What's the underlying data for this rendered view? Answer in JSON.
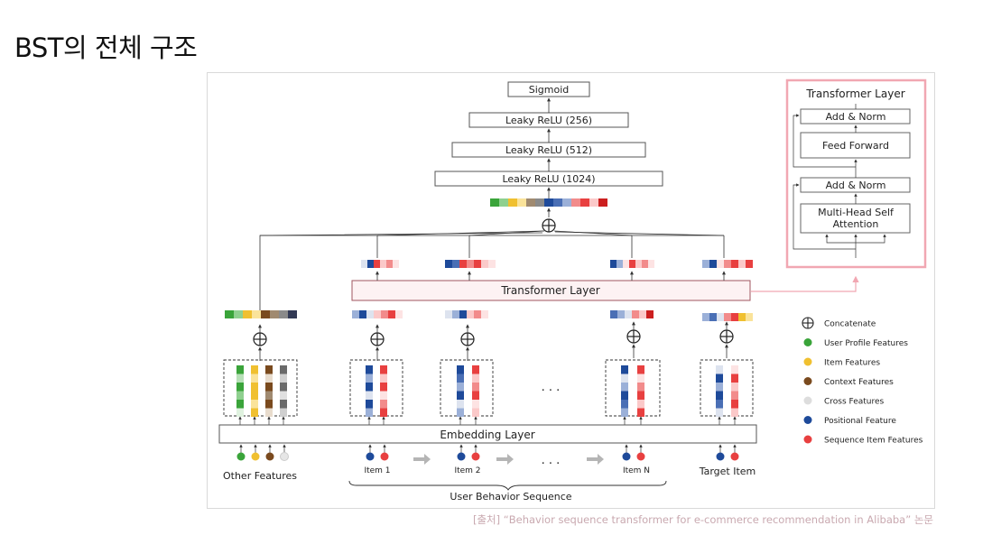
{
  "title": "BST의 전체 구조",
  "diagram": {
    "sigmoid": "Sigmoid",
    "leaky256": "Leaky ReLU (256)",
    "leaky512": "Leaky ReLU (512)",
    "leaky1024": "Leaky ReLU (1024)",
    "transformer_layer": "Transformer Layer",
    "embedding_layer": "Embedding  Layer",
    "dots": ". . .",
    "bottom": {
      "other_features": "Other Features",
      "item1": "Item 1",
      "item2": "Item 2",
      "itemN": "Item N",
      "target_item": "Target Item",
      "user_behavior_sequence": "User Behavior Sequence"
    },
    "inset": {
      "title": "Transformer Layer",
      "add_norm_top": "Add & Norm",
      "feed_forward": "Feed Forward",
      "add_norm_bottom": "Add & Norm",
      "mhsa_line1": "Multi-Head Self",
      "mhsa_line2": "Attention"
    },
    "legend": [
      {
        "label": "Concatenate",
        "marker": "concat"
      },
      {
        "label": "User Profile Features",
        "color": "#3aa43a"
      },
      {
        "label": "Item Features",
        "color": "#f0c030"
      },
      {
        "label": "Context Features",
        "color": "#7a4a1e"
      },
      {
        "label": "Cross Features",
        "color": "#dddddd"
      },
      {
        "label": "Positional Feature",
        "color": "#1e4a9a"
      },
      {
        "label": "Sequence Item Features",
        "color": "#e84040"
      }
    ],
    "colors": {
      "green": "#3aa43a",
      "yellow": "#f0c030",
      "brown": "#7a4a1e",
      "grey": "#9a9a9a",
      "blue": "#1e4a9a",
      "red": "#e84040",
      "pink_border": "#f1a7b2",
      "tl_fill": "#fdf2f3",
      "tl_border": "#a0555f"
    }
  },
  "source_caption": "[출처] “Behavior sequence transformer for e-commerce recommendation in Alibaba” 논문"
}
